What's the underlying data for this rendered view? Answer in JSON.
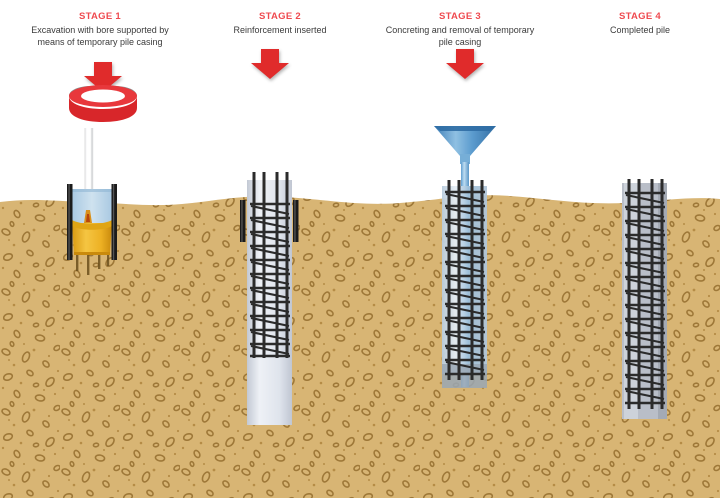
{
  "diagram": {
    "title_color": "#ef4a50",
    "body_color": "#3b3b3b",
    "soil_color": "#d9b777",
    "soil_speck_color": "#9a7330",
    "concrete_color": "#b9bec8",
    "water_color": "#b9d4e8",
    "casing_color": "#1b1b1b",
    "rebar_color": "#2b2b2b",
    "arrow_color": "#e02b2b",
    "funnel_color": "#4f8fc4",
    "auger_color": "#e8a81e"
  },
  "stages": [
    {
      "id": "stage-1",
      "title": "STAGE 1",
      "description": "Excavation with bore supported by means of temporary pile casing",
      "icon": "rotating-collar-icon",
      "elements": [
        "red-down-arrow",
        "rotating-casing-collar",
        "drill-rods",
        "temporary-pile-casing",
        "water-filled-bore",
        "auger-bucket"
      ]
    },
    {
      "id": "stage-2",
      "title": "STAGE 2",
      "description": "Reinforcement inserted",
      "icon": "down-arrow-icon",
      "elements": [
        "red-down-arrow",
        "temporary-pile-casing",
        "reinforcement-cage",
        "empty-bore"
      ]
    },
    {
      "id": "stage-3",
      "title": "STAGE 3",
      "description": "Concreting and removal of temporary pile casing",
      "icon": "funnel-icon",
      "elements": [
        "red-down-arrow",
        "concrete-funnel-hopper",
        "tremie-pipe",
        "reinforcement-cage",
        "wet-concrete"
      ]
    },
    {
      "id": "stage-4",
      "title": "STAGE 4",
      "description": "Completed pile",
      "icon": "completed-pile-icon",
      "elements": [
        "finished-concrete-pile",
        "reinforcement-cage"
      ]
    }
  ]
}
